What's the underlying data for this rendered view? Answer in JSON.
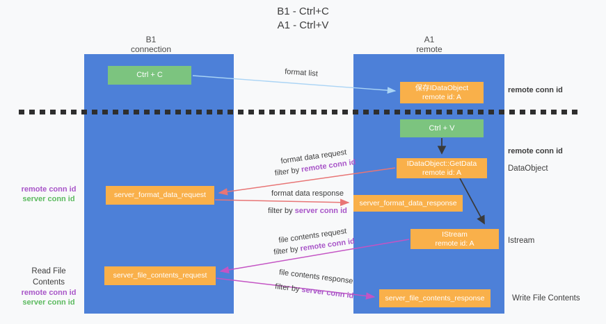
{
  "title": {
    "line1": "B1 - Ctrl+C",
    "line2": "A1 - Ctrl+V"
  },
  "lanes": {
    "b1": {
      "name": "B1",
      "subtitle": "connection"
    },
    "a1": {
      "name": "A1",
      "subtitle": "remote"
    }
  },
  "nodes": {
    "ctrl_c": {
      "label": "Ctrl + C"
    },
    "saved_dataobject": {
      "line1": "保存IDataObject",
      "line2": "remote id: A"
    },
    "ctrl_v": {
      "label": "Ctrl + V"
    },
    "getdata": {
      "line1": "IDataObject::GetData",
      "line2": "remote id: A"
    },
    "server_format_data_request": {
      "label": "server_format_data_request"
    },
    "server_format_data_response": {
      "label": "server_format_data_response"
    },
    "istream": {
      "line1": "IStream",
      "line2": "remote id: A"
    },
    "server_file_contents_request": {
      "label": "server_file_contents_request"
    },
    "server_file_contents_response": {
      "label": "server_file_contents_response"
    }
  },
  "flows": {
    "format_list": {
      "label": "format list"
    },
    "format_data_request": {
      "label": "format data request",
      "filter_prefix": "filter by ",
      "filter_id": "remote conn id"
    },
    "format_data_response": {
      "label": "format data response",
      "filter_prefix": "filter by ",
      "filter_id": "server conn id"
    },
    "file_contents_request": {
      "label": "file contents request",
      "filter_prefix": "filter by ",
      "filter_id": "remote conn id"
    },
    "file_contents_response": {
      "label": "file contents response",
      "filter_prefix": "filter by ",
      "filter_id": "server conn id"
    }
  },
  "side_labels": {
    "right_remote_conn_id_top": "remote conn id",
    "right_remote_conn_id_mid": "remote conn id",
    "right_dataobject": "DataObject",
    "right_istream": "Istream",
    "right_write_file_contents": "Write File Contents",
    "left_remote_conn_id_top": "remote conn id",
    "left_server_conn_id_top": "server conn id",
    "left_read_file_contents": "Read File Contents",
    "left_remote_conn_id_bottom": "remote conn id",
    "left_server_conn_id_bottom": "server conn id"
  },
  "colors": {
    "background": "#f8f9fa",
    "lane_blue": "#4d80d8",
    "node_green": "#7cc47f",
    "node_orange": "#f9b04a",
    "arrow_light_blue": "#aad4f5",
    "arrow_black": "#3a3a3a",
    "arrow_salmon": "#e87575",
    "arrow_magenta": "#c454c4",
    "text_purple": "#a855c8",
    "text_green": "#5cba5f",
    "divider_black": "#2e2e2e"
  }
}
